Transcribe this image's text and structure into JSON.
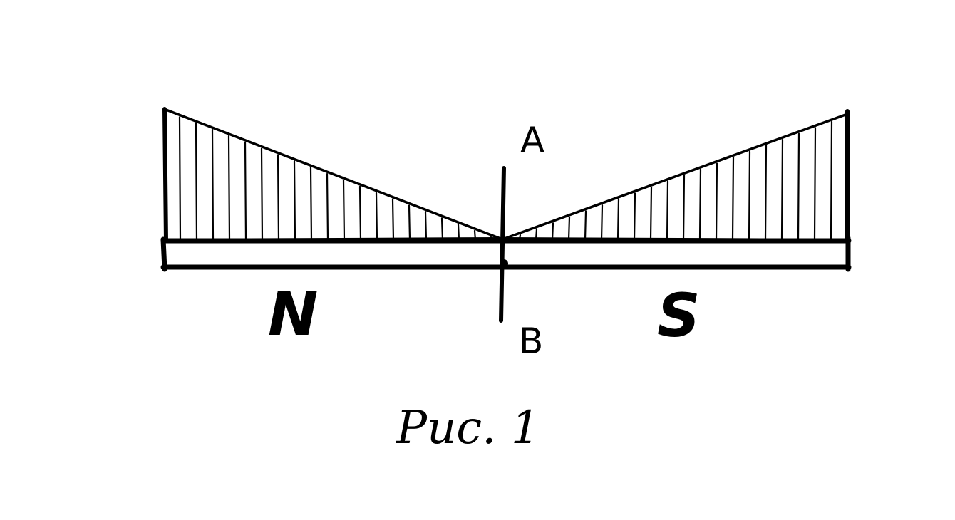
{
  "diagram": {
    "poles": {
      "north": "N",
      "south": "S"
    },
    "points": {
      "top": "A",
      "bottom": "B"
    },
    "caption": "Рис. 1",
    "colors": {
      "ink": "#000000",
      "paper": "#ffffff"
    }
  }
}
